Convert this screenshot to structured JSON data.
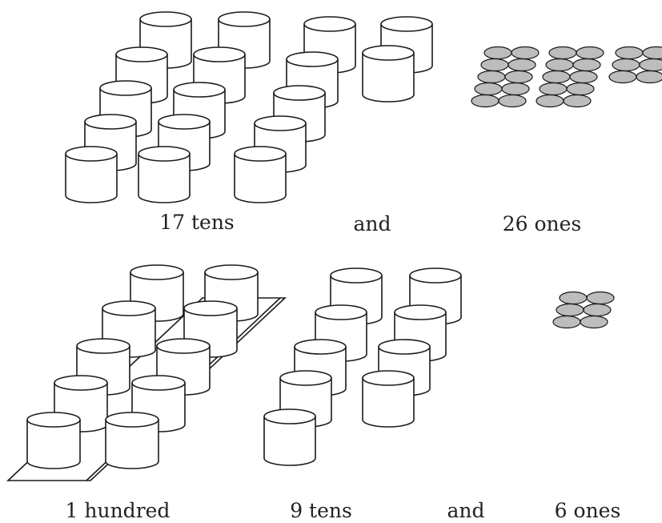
{
  "top_row": {
    "tens_label": "17 tens",
    "and_label": "and",
    "ones_label": "26 ones",
    "tens_count": 17,
    "ones_count": 26
  },
  "bottom_row": {
    "hundreds_label": "1 hundred",
    "tens_label": "9 tens",
    "and_label": "and",
    "ones_label": "6 ones",
    "hundreds_count": 1,
    "tens_count": 9,
    "ones_count": 6
  },
  "colors": {
    "disc_fill": "#bdbdbd",
    "outline": "#1a1a1a"
  }
}
